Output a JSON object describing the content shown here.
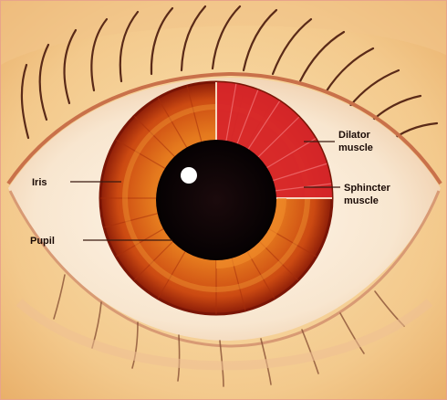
{
  "labels": {
    "iris": "Iris",
    "pupil": "Pupil",
    "dilator": [
      "Dilator",
      "muscle"
    ],
    "sphincter": [
      "Sphincter",
      "muscle"
    ]
  },
  "colors": {
    "skin": "#f7d49a",
    "sclera": "#f9eedf",
    "iris_outer": "#b8330f",
    "iris_mid": "#e0701c",
    "dilator_fill": "#d7262a",
    "pupil": "#0b0406",
    "border": "#e8a48a"
  }
}
